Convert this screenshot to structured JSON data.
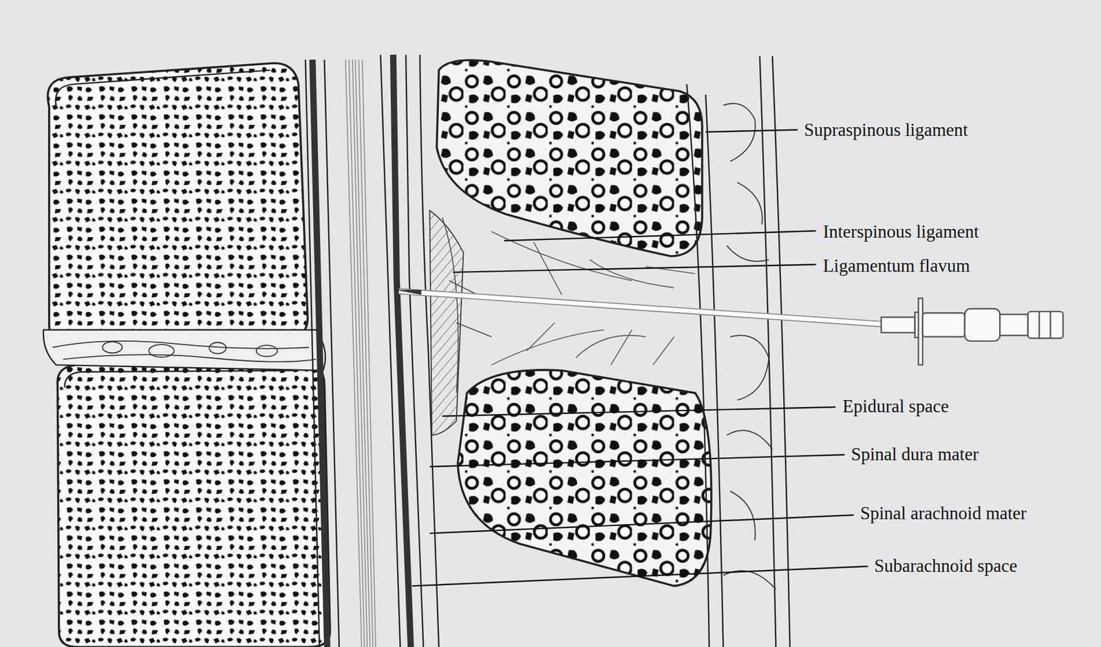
{
  "diagram": {
    "labels": [
      "Supraspinous ligament",
      "Interspinous ligament",
      "Ligamentum flavum",
      "Epidural space",
      "Spinal dura mater",
      "Spinal arachnoid mater",
      "Subarachnoid space"
    ]
  }
}
